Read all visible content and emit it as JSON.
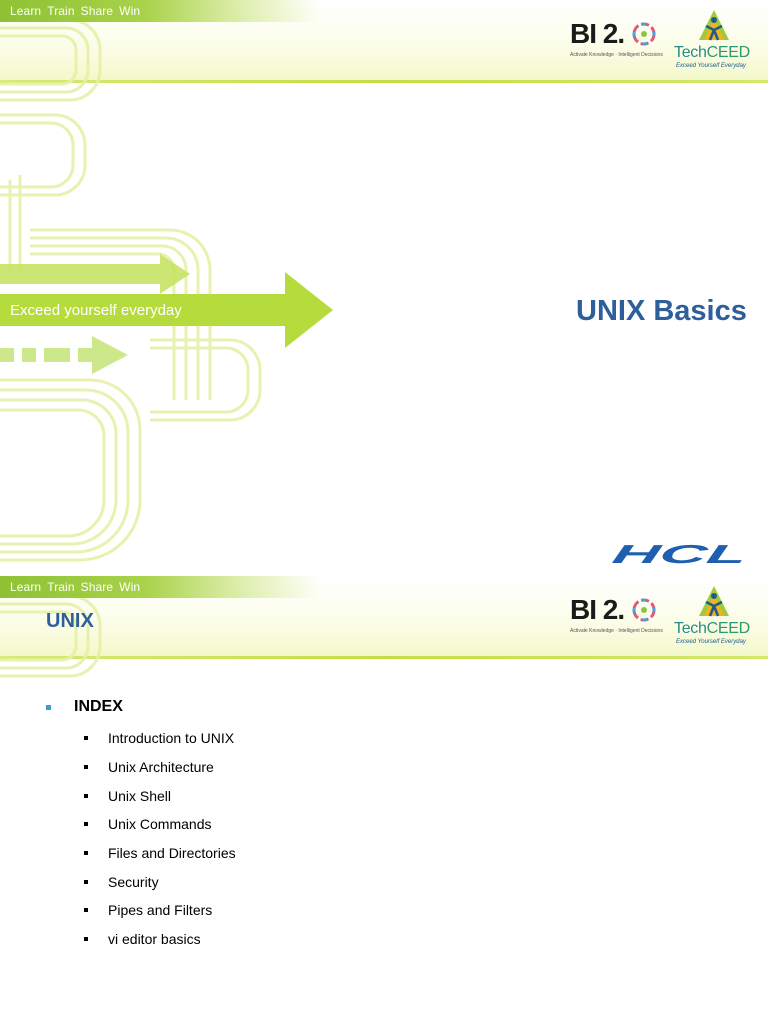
{
  "slide1": {
    "tagline": [
      "Learn",
      "Train",
      "Share",
      "Win"
    ],
    "bi_logo": {
      "text": "BI 2.",
      "subtitle": "Activate Knowledge  ·  Intelligent Decisions"
    },
    "techceed_logo": {
      "name_a": "Tech",
      "name_b": "CEED",
      "subtitle": "Exceed Yourself Everyday"
    },
    "banner_text": "Exceed yourself everyday",
    "title": "UNIX Basics",
    "hcl_logo": "HCL"
  },
  "slide2": {
    "tagline": [
      "Learn",
      "Train",
      "Share",
      "Win"
    ],
    "bi_logo": {
      "text": "BI 2.",
      "subtitle": "Activate Knowledge  ·  Intelligent Decisions"
    },
    "techceed_logo": {
      "name_a": "Tech",
      "name_b": "CEED",
      "subtitle": "Exceed Yourself Everyday"
    },
    "title": "UNIX",
    "index": {
      "heading": "INDEX",
      "items": [
        "Introduction to UNIX",
        "Unix Architecture",
        "Unix Shell",
        "Unix Commands",
        "Files and Directories",
        "Security",
        "Pipes and Filters",
        "vi editor basics"
      ]
    }
  },
  "colors": {
    "title_blue": "#2e5f9a",
    "accent_green": "#b5dc3c",
    "bullet_blue": "#3aa0c8",
    "hcl_blue": "#1f5fb0"
  }
}
